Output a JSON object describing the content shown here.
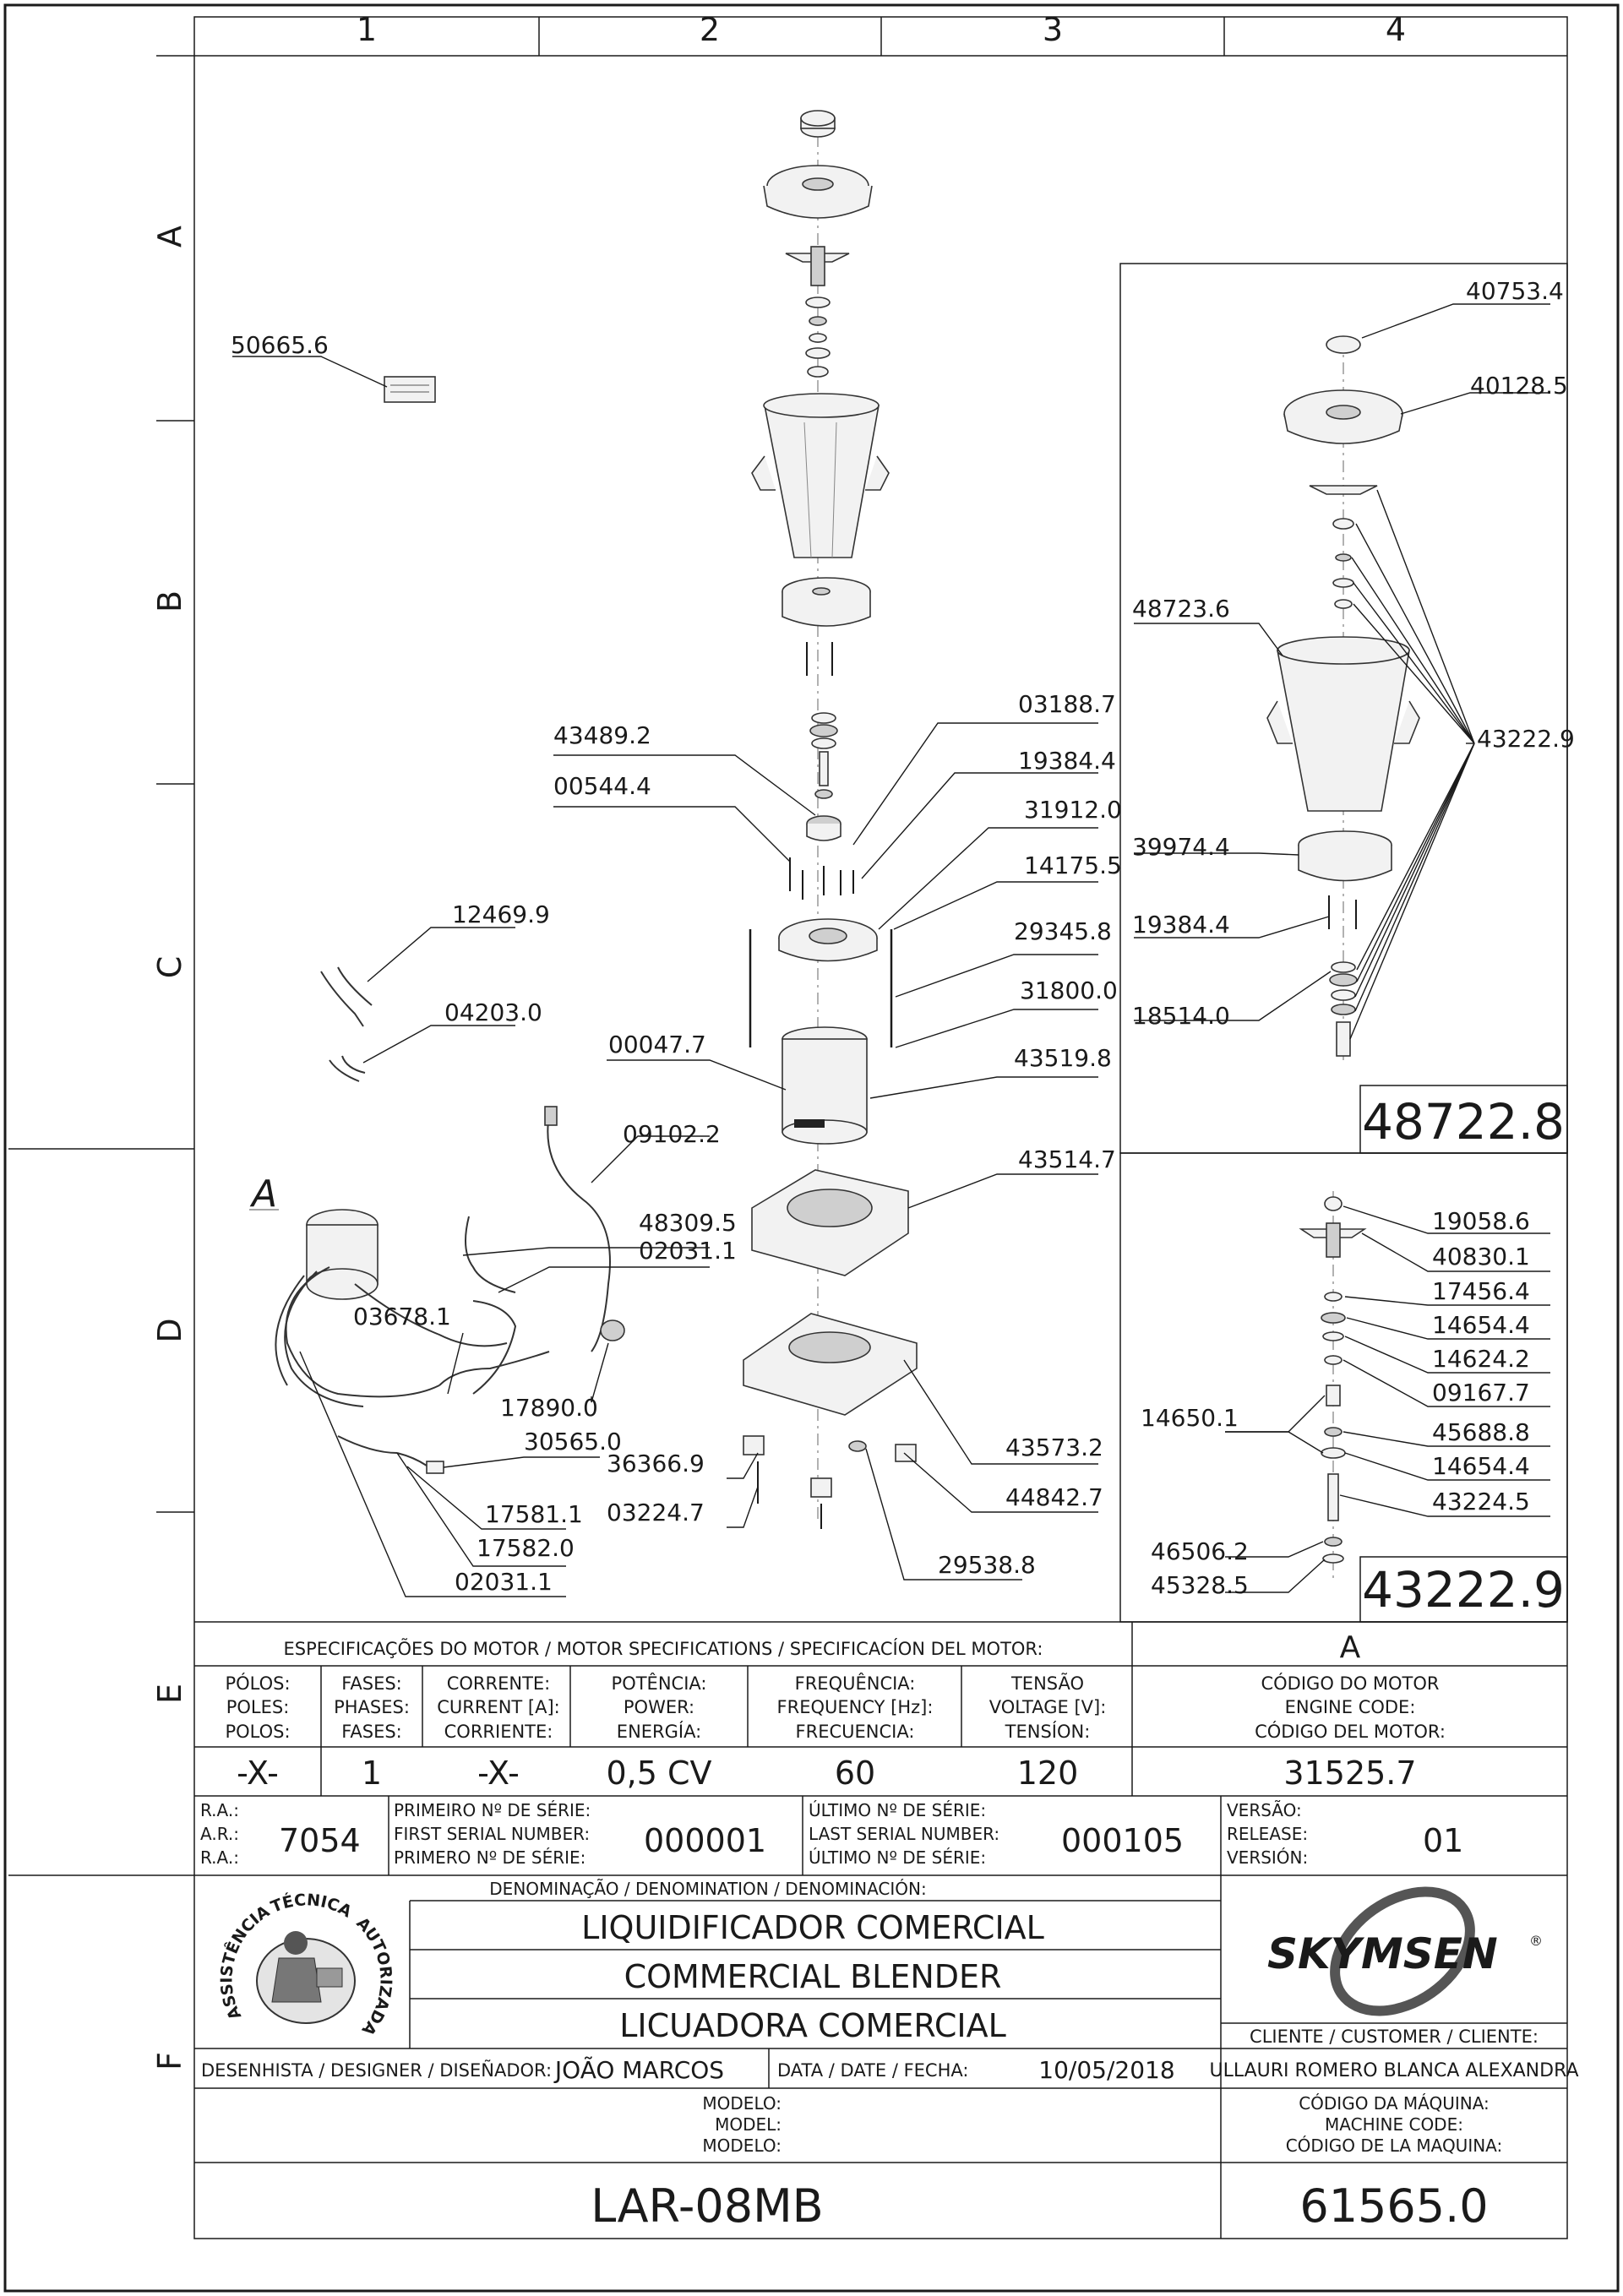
{
  "grid": {
    "columns": [
      "1",
      "2",
      "3",
      "4"
    ],
    "rows": [
      "A",
      "B",
      "C",
      "D",
      "E",
      "F"
    ]
  },
  "callouts": {
    "left": [
      "50665.6",
      "12469.9",
      "04203.0",
      "09102.2",
      "48309.5",
      "02031.1",
      "03678.1",
      "17890.0",
      "30565.0",
      "17581.1",
      "17582.0",
      "02031.1"
    ],
    "center": [
      "43489.2",
      "00544.4",
      "03188.7",
      "19384.4",
      "31912.0",
      "14175.5",
      "29345.8",
      "31800.0",
      "00047.7",
      "43519.8",
      "43514.7",
      "36366.9",
      "03224.7",
      "43573.2",
      "44842.7",
      "29538.8"
    ],
    "jar_assembly": [
      "40753.4",
      "40128.5",
      "48723.6",
      "43222.9",
      "39974.4",
      "19384.4",
      "18514.0"
    ],
    "blade_assembly": [
      "19058.6",
      "40830.1",
      "17456.4",
      "14654.4",
      "14624.2",
      "09167.7",
      "14650.1",
      "45688.8",
      "14654.4",
      "43224.5",
      "46506.2",
      "45328.5"
    ]
  },
  "detail_letter": "A",
  "assembly_codes": {
    "jar": "48722.8",
    "blade": "43222.9"
  },
  "motor_spec": {
    "title": "ESPECIFICAÇÕES DO MOTOR / MOTOR SPECIFICATIONS / SPECIFICACÍON DEL MOTOR:",
    "detail": "A",
    "headers": [
      [
        "PÓLOS:",
        "POLES:",
        "POLOS:"
      ],
      [
        "FASES:",
        "PHASES:",
        "FASES:"
      ],
      [
        "CORRENTE:",
        "CURRENT [A]:",
        "CORRIENTE:"
      ],
      [
        "POTÊNCIA:",
        "POWER:",
        "ENERGÍA:"
      ],
      [
        "FREQUÊNCIA:",
        "FREQUENCY [Hz]:",
        "FRECUENCIA:"
      ],
      [
        "TENSÃO",
        "VOLTAGE [V]:",
        "TENSÍON:"
      ],
      [
        "CÓDIGO DO MOTOR",
        "ENGINE CODE:",
        "CÓDIGO DEL MOTOR:"
      ]
    ],
    "values": [
      "-X-",
      "1",
      "-X-",
      "0,5 CV",
      "60",
      "120",
      "31525.7"
    ]
  },
  "serial": {
    "ra_labels": [
      "R.A.:",
      "A.R.:",
      "R.A.:"
    ],
    "ra_value": "7054",
    "first_labels": [
      "PRIMEIRO Nº DE SÉRIE:",
      "FIRST SERIAL NUMBER:",
      "PRIMERO Nº DE SÉRIE:"
    ],
    "first_value": "000001",
    "last_labels": [
      "ÚLTIMO Nº DE SÉRIE:",
      "LAST SERIAL NUMBER:",
      "ÚLTIMO Nº DE SÉRIE:"
    ],
    "last_value": "000105",
    "version_labels": [
      "VERSÃO:",
      "RELEASE:",
      "VERSIÓN:"
    ],
    "version_value": "01"
  },
  "denomination": {
    "title": "DENOMINAÇÃO / DENOMINATION / DENOMINACIÓN:",
    "lines": [
      "LIQUIDIFICADOR COMERCIAL",
      "COMMERCIAL BLENDER",
      "LICUADORA COMERCIAL"
    ]
  },
  "seal_text": [
    "ASSISTÊNCIA",
    "TÉCNICA",
    "AUTORIZADA"
  ],
  "brand": "SKYMSEN",
  "brand_mark": "®",
  "client": {
    "label": "CLIENTE / CUSTOMER / CLIENTE:",
    "value": "ULLAURI ROMERO BLANCA ALEXANDRA"
  },
  "designer": {
    "label": "DESENHISTA / DESIGNER / DISEÑADOR:",
    "value": "JOÃO MARCOS"
  },
  "date": {
    "label": "DATA / DATE / FECHA:",
    "value": "10/05/2018"
  },
  "model": {
    "labels": [
      "MODELO:",
      "MODEL:",
      "MODELO:"
    ],
    "value": "LAR-08MB"
  },
  "machine_code": {
    "labels": [
      "CÓDIGO DA MÁQUINA:",
      "MACHINE CODE:",
      "CÓDIGO DE LA MAQUINA:"
    ],
    "value": "61565.0"
  }
}
